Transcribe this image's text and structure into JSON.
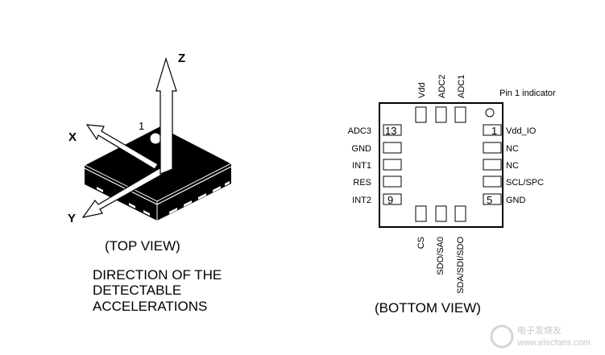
{
  "top_view": {
    "axis_x": "X",
    "axis_y": "Y",
    "axis_z": "Z",
    "pin1_marker": "1",
    "caption": "(TOP VIEW)",
    "description_lines": [
      "DIRECTION OF THE",
      "DETECTABLE",
      "ACCELERATIONS"
    ]
  },
  "bottom_view": {
    "pin1_indicator_label": "Pin 1 indicator",
    "top_pins": [
      "Vdd",
      "ADC2",
      "ADC1"
    ],
    "left_pins": [
      "ADC3",
      "GND",
      "INT1",
      "RES",
      "INT2"
    ],
    "right_pins": [
      "Vdd_IO",
      "NC",
      "NC",
      "SCL/SPC",
      "GND"
    ],
    "bottom_pins": [
      "CS",
      "SDO/SA0",
      "SDA/SDI/SDO"
    ],
    "pad_numbers": {
      "pin13": "13",
      "pin9": "9",
      "pin1": "1",
      "pin5": "5"
    },
    "caption": "(BOTTOM VIEW)"
  },
  "watermark": {
    "title": "电子发烧友",
    "url": "www.elecfans.com"
  }
}
